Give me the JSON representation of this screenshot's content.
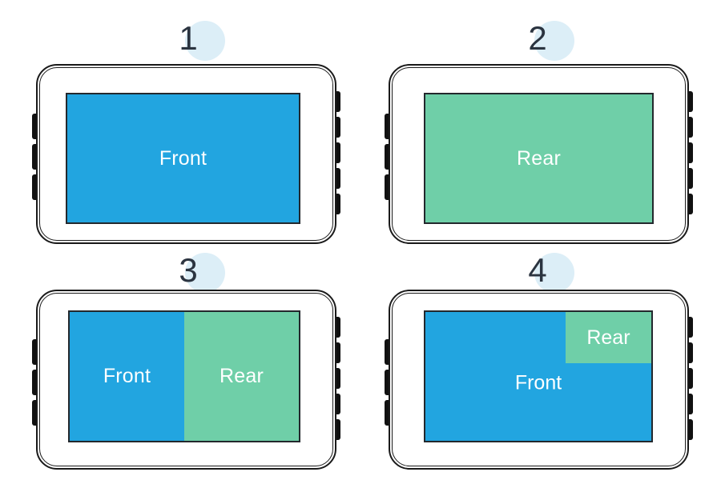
{
  "theme": {
    "front_color": "#22A5E0",
    "rear_color": "#6FCFA8",
    "badge_circle_color": "#DCEEF7",
    "badge_number_color": "#2B3440",
    "device_outline_color": "#1A1A1A",
    "screen_border_color": "#23282D",
    "background_color": "#FFFFFF",
    "label_text_color": "#FFFFFF"
  },
  "panels": [
    {
      "number": "1",
      "layout": "front-fullscreen",
      "screens": [
        {
          "label": "Front",
          "source": "front"
        }
      ]
    },
    {
      "number": "2",
      "layout": "rear-fullscreen",
      "screens": [
        {
          "label": "Rear",
          "source": "rear"
        }
      ]
    },
    {
      "number": "3",
      "layout": "split-side-by-side",
      "screens": [
        {
          "label": "Front",
          "source": "front"
        },
        {
          "label": "Rear",
          "source": "rear"
        }
      ]
    },
    {
      "number": "4",
      "layout": "picture-in-picture",
      "screens": [
        {
          "label": "Front",
          "source": "front"
        },
        {
          "label": "Rear",
          "source": "rear"
        }
      ]
    }
  ]
}
